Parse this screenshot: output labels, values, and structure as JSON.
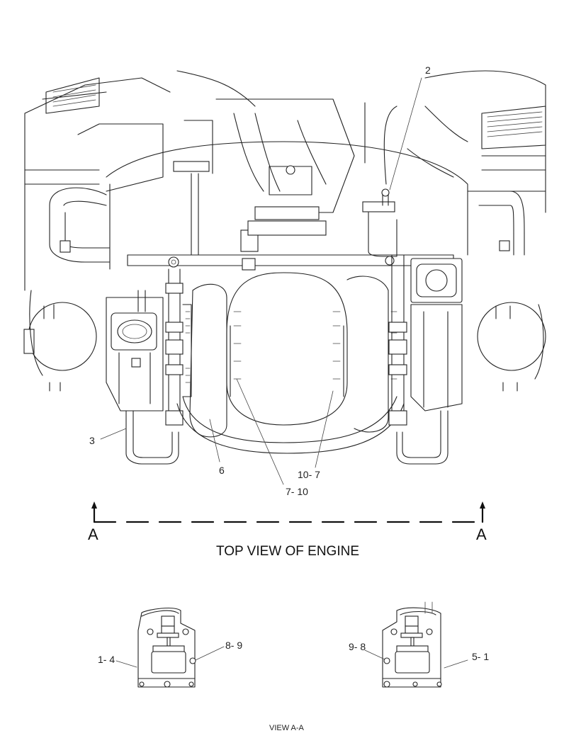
{
  "callouts": {
    "c2": "2",
    "c3": "3",
    "c6": "6",
    "c10_7": "10- 7",
    "c7_10": "7- 10",
    "c1_4": "1- 4",
    "c8_9": "8- 9",
    "c9_8": "9- 8",
    "c5_1": "5- 1"
  },
  "section_marker": {
    "left": "A",
    "right": "A"
  },
  "titles": {
    "top_view": "TOP VIEW OF ENGINE",
    "view_aa": "VIEW A-A"
  }
}
